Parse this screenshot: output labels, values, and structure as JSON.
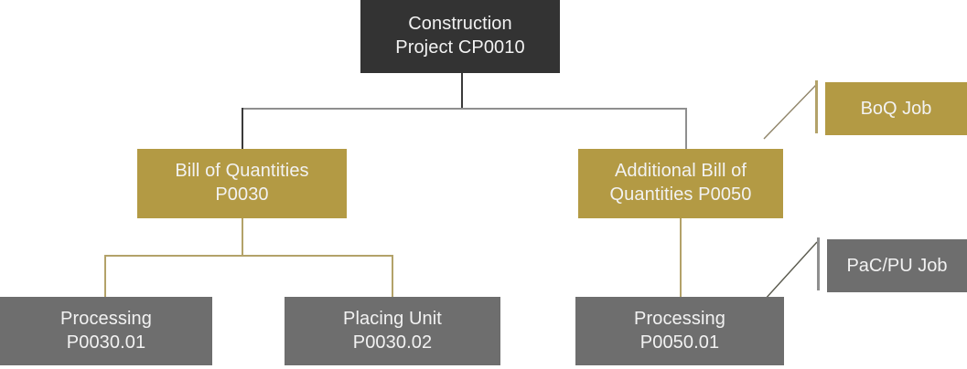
{
  "diagram": {
    "title_hidden": "",
    "nodes": [
      {
        "id": "root",
        "label": "Construction\nProject CP0010",
        "type": "root",
        "color": "#333333"
      },
      {
        "id": "boq",
        "label": "Bill of Quantities\nP0030",
        "type": "gold",
        "color": "#b39a44"
      },
      {
        "id": "aboq",
        "label": "Additional Bill of\nQuantities P0050",
        "type": "gold",
        "color": "#b39a44"
      },
      {
        "id": "proc1",
        "label": "Processing\nP0030.01",
        "type": "gray",
        "color": "#6e6e6e"
      },
      {
        "id": "pu1",
        "label": "Placing Unit\nP0030.02",
        "type": "gray",
        "color": "#6e6e6e"
      },
      {
        "id": "proc2",
        "label": "Processing\nP0050.01",
        "type": "gray",
        "color": "#6e6e6e"
      }
    ],
    "legend": [
      {
        "id": "boq-job",
        "label": "BoQ Job",
        "type": "gold",
        "color": "#b39a44"
      },
      {
        "id": "pac-pu-job",
        "label": "PaC/PU Job",
        "type": "gray",
        "color": "#6e6e6e"
      }
    ],
    "colors": {
      "root": "#333333",
      "gold": "#b39a44",
      "gray": "#6e6e6e",
      "connector_dark": "#3a3a3a",
      "connector_gray": "#9a9a9a",
      "connector_gold": "#b3a269",
      "background": "#ffffff",
      "text": "#f2f2f2"
    }
  }
}
